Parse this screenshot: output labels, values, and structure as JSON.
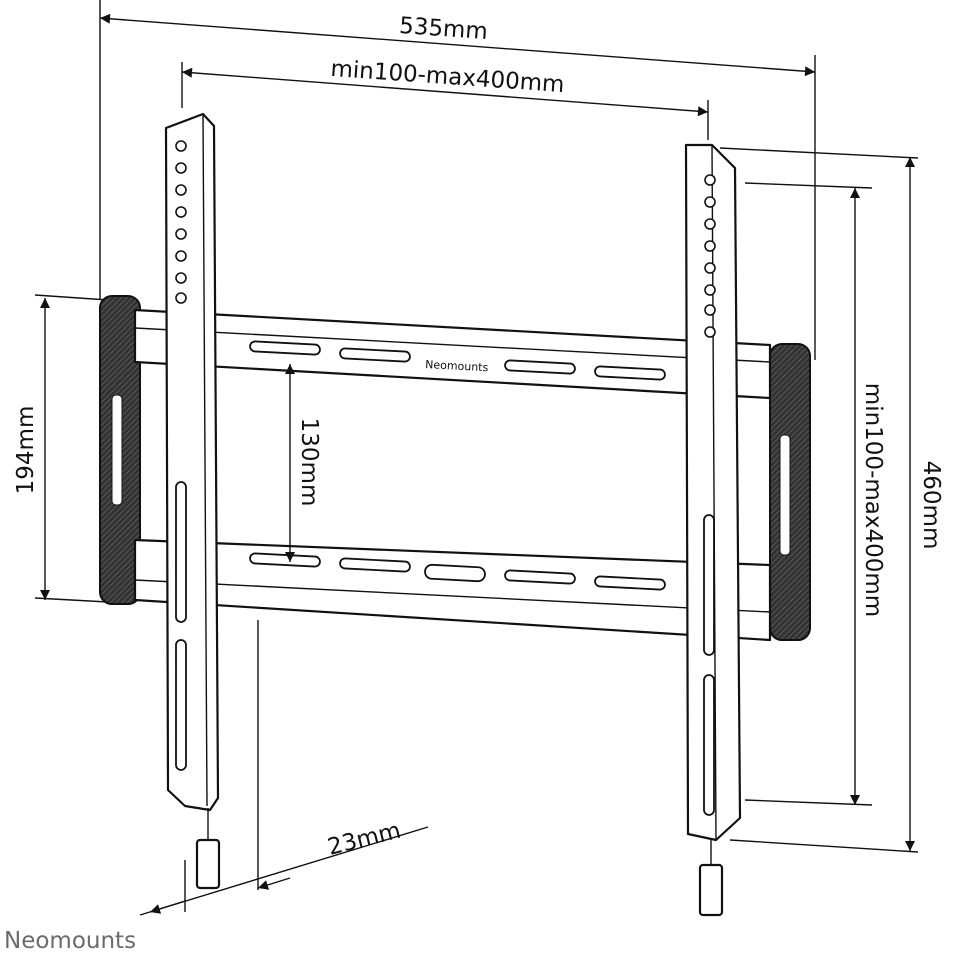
{
  "dimensions": {
    "overall_width": "535mm",
    "hole_pattern_horizontal": "min100-max400mm",
    "spacer_height": "194mm",
    "rail_spacing": "130mm",
    "hole_pattern_vertical": "min100-max400mm",
    "overall_height": "460mm",
    "wall_distance": "23mm"
  },
  "bracket_label": "Neomounts",
  "brand_logo": "Neomounts",
  "colors": {
    "line": "#111111",
    "logo": "#6b6b6b",
    "spacer": "#2a2a2a"
  }
}
